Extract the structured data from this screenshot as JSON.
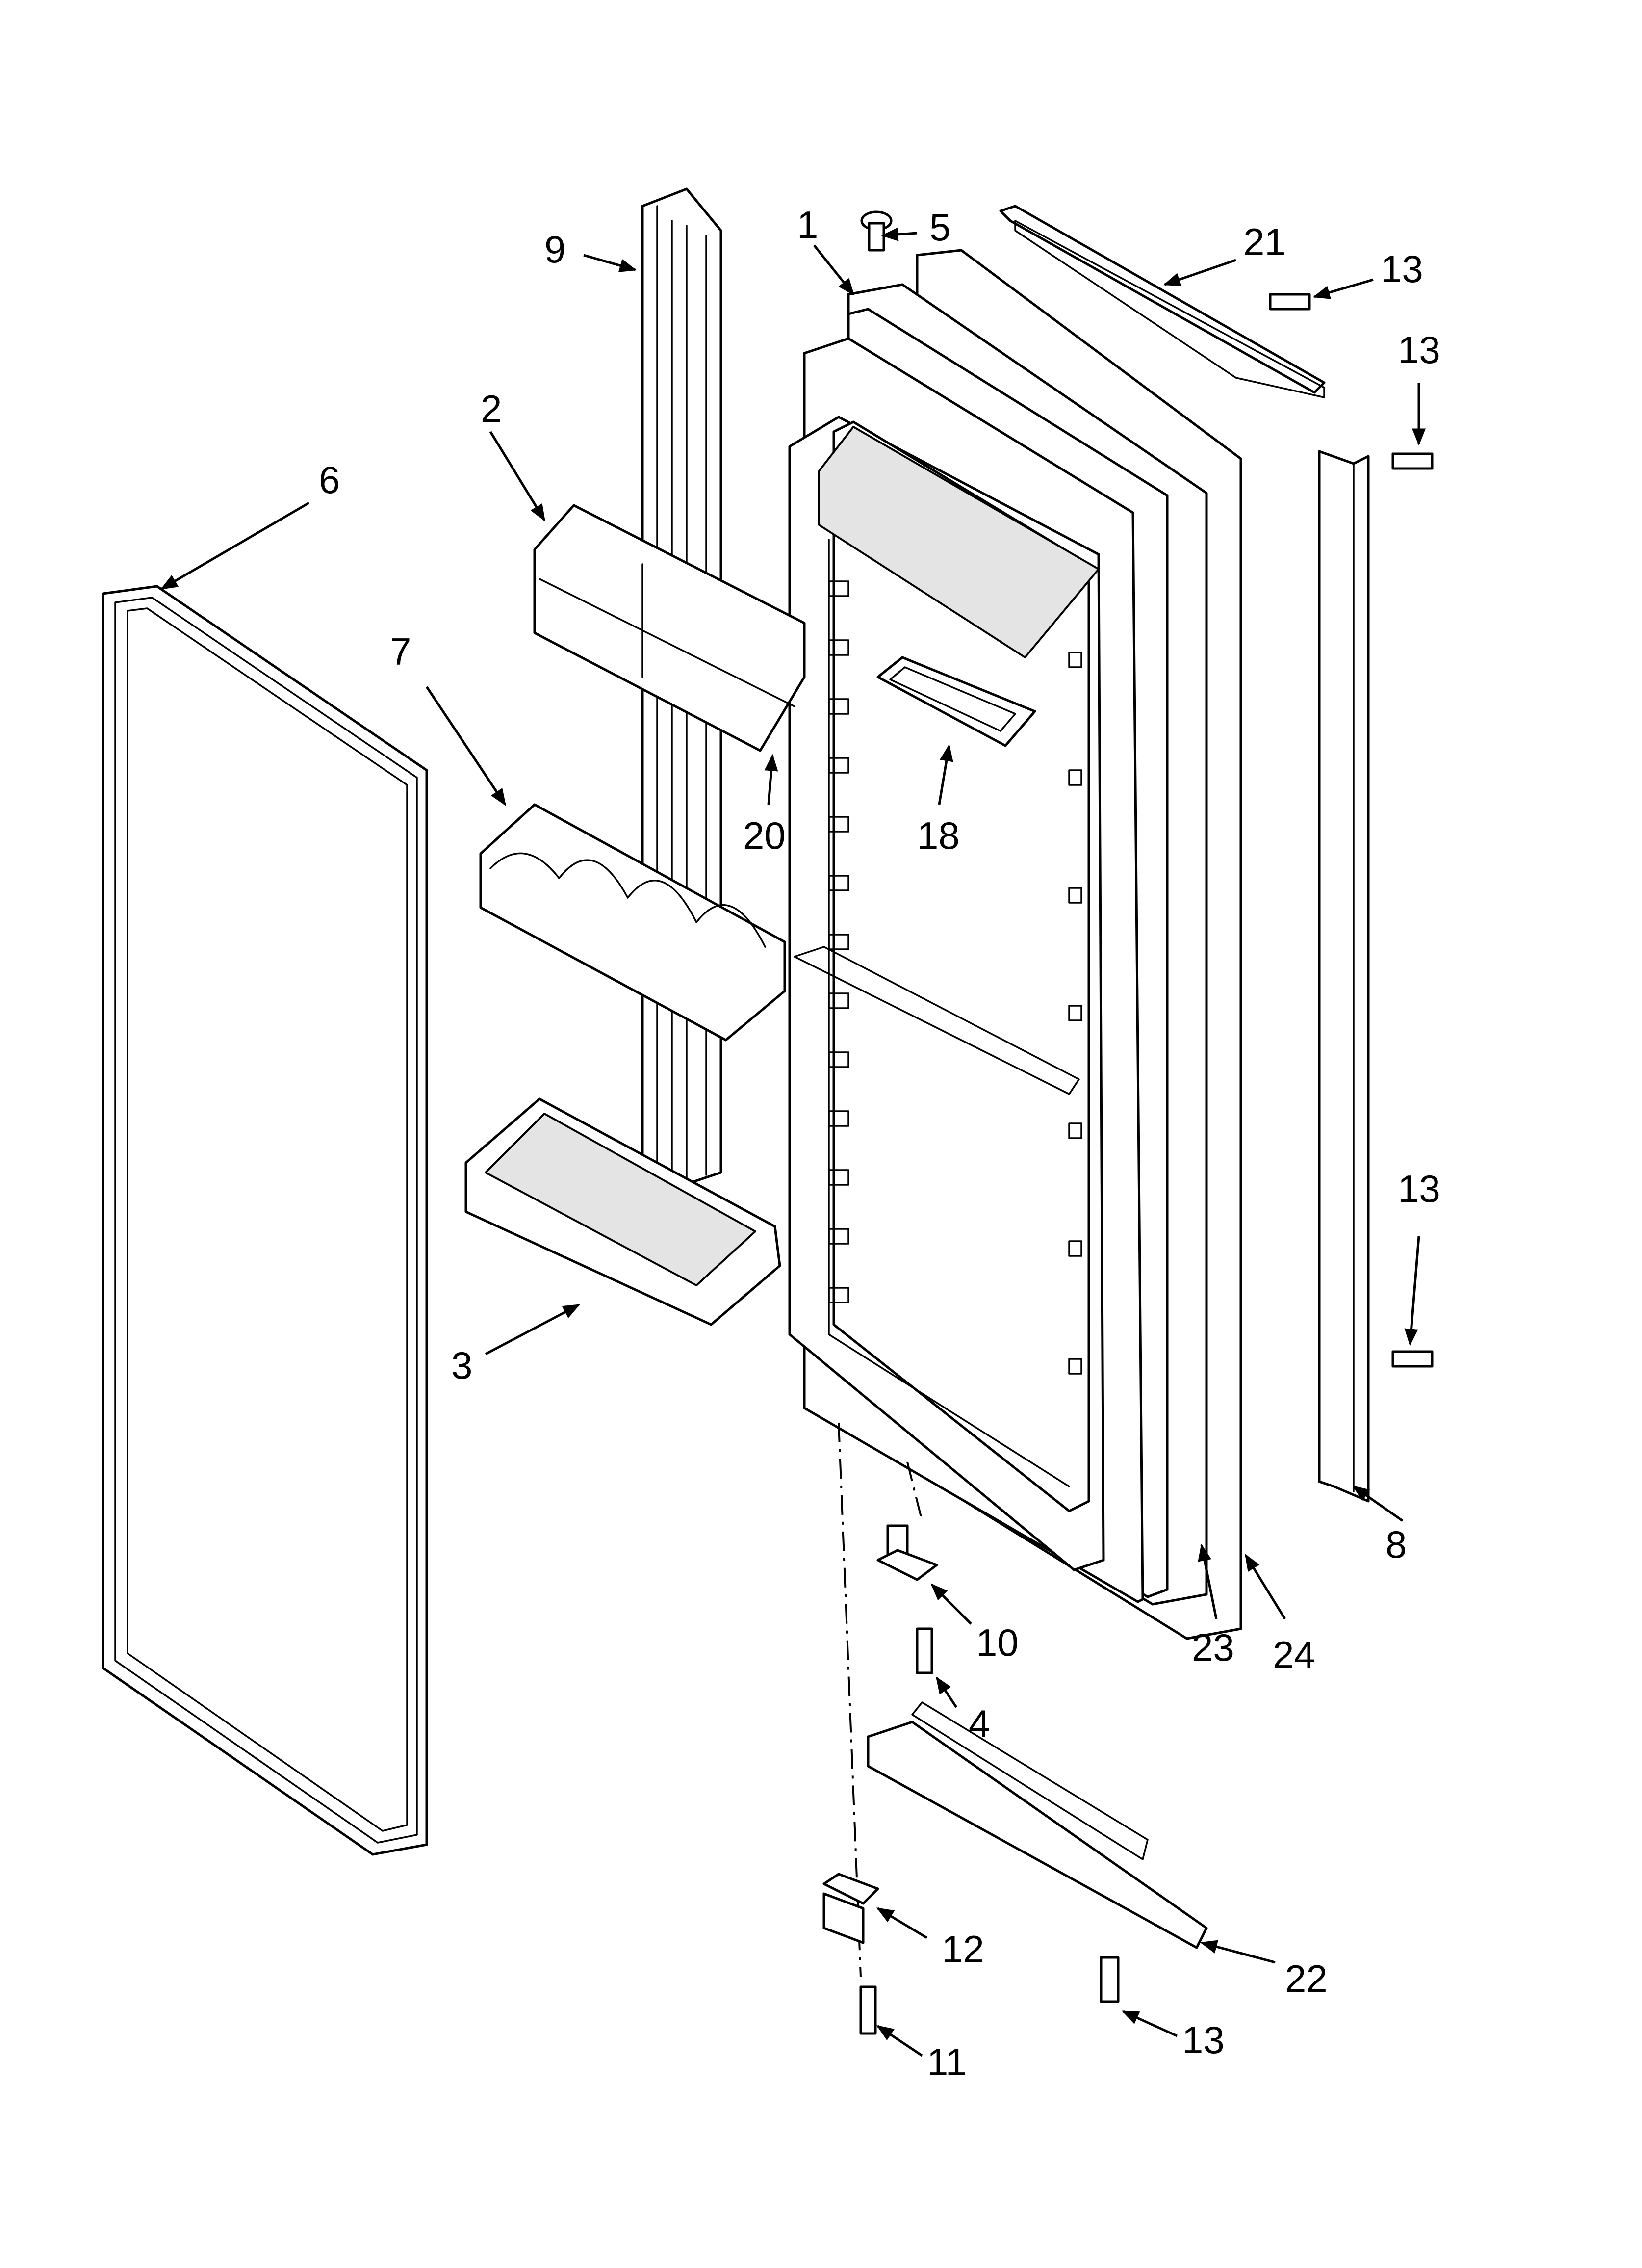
{
  "diagram": {
    "type": "exploded-parts-diagram",
    "callouts": [
      {
        "id": "c1",
        "label": "1"
      },
      {
        "id": "c2",
        "label": "2"
      },
      {
        "id": "c3",
        "label": "3"
      },
      {
        "id": "c4",
        "label": "4"
      },
      {
        "id": "c5",
        "label": "5"
      },
      {
        "id": "c6",
        "label": "6"
      },
      {
        "id": "c7",
        "label": "7"
      },
      {
        "id": "c8",
        "label": "8"
      },
      {
        "id": "c9",
        "label": "9"
      },
      {
        "id": "c10",
        "label": "10"
      },
      {
        "id": "c11",
        "label": "11"
      },
      {
        "id": "c12",
        "label": "12"
      },
      {
        "id": "c13a",
        "label": "13"
      },
      {
        "id": "c13b",
        "label": "13"
      },
      {
        "id": "c13c",
        "label": "13"
      },
      {
        "id": "c13d",
        "label": "13"
      },
      {
        "id": "c18",
        "label": "18"
      },
      {
        "id": "c20",
        "label": "20"
      },
      {
        "id": "c21",
        "label": "21"
      },
      {
        "id": "c22",
        "label": "22"
      },
      {
        "id": "c23",
        "label": "23"
      },
      {
        "id": "c24",
        "label": "24"
      }
    ]
  }
}
